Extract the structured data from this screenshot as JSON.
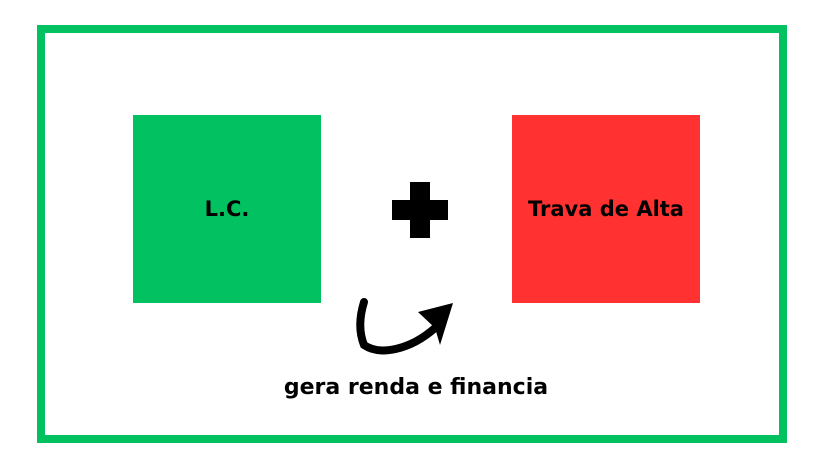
{
  "left_box": {
    "label": "L.C.",
    "color": "#02c160"
  },
  "right_box": {
    "label": "Trava de Alta",
    "color": "#ff3131"
  },
  "operator": "plus-icon",
  "caption": "gera renda e financia",
  "frame_color": "#02c160"
}
